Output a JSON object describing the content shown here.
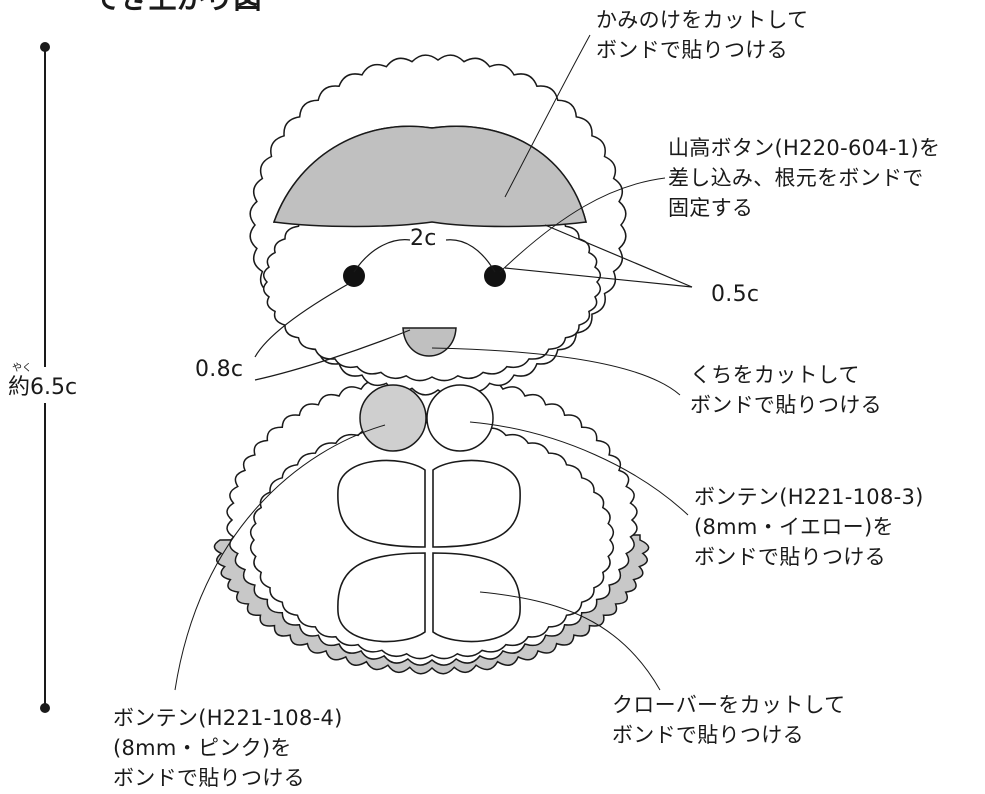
{
  "title": "でき上がり図",
  "height_label": {
    "ruby": "やく",
    "text": "約6.5c"
  },
  "dimensions": {
    "eye_spacing": "2c",
    "eye_size": "0.5c",
    "mouth_offset": "0.8c"
  },
  "callouts": {
    "hair": [
      "かみのけをカットして",
      "ボンドで貼りつける"
    ],
    "eyes": [
      "山高ボタン(H220-604-1)を",
      "差し込み、根元をボンドで",
      "固定する"
    ],
    "mouth": [
      "くちをカットして",
      "ボンドで貼りつける"
    ],
    "pompom_yellow": [
      "ボンテン(H221-108-3)",
      "(8mm・イエロー)を",
      "ボンドで貼りつける"
    ],
    "clover": [
      "クローバーをカットして",
      "ボンドで貼りつける"
    ],
    "pompom_pink": [
      "ボンテン(H221-108-4)",
      "(8mm・ピンク)を",
      "ボンドで貼りつける"
    ]
  },
  "colors": {
    "gray_felt": "#c8c8c8",
    "line": "#1a1a1a",
    "button": "#111111",
    "background": "#ffffff"
  }
}
